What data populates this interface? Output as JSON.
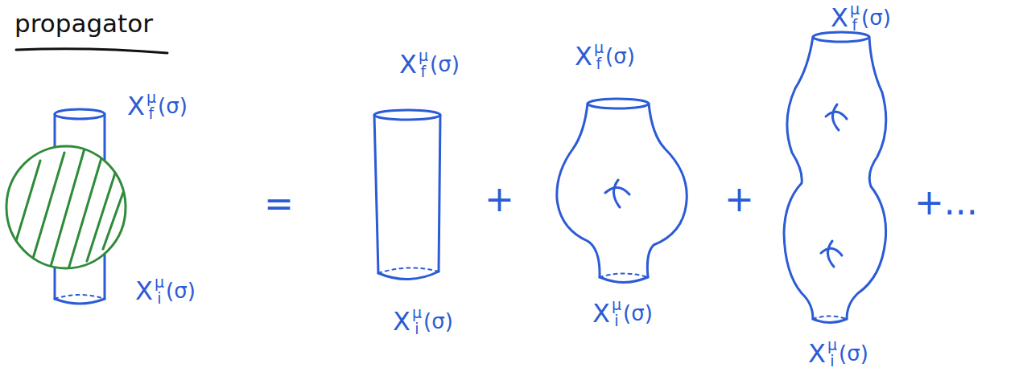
{
  "diagram": {
    "title": "propagator",
    "labels": [
      "X",
      "μ",
      "f",
      "(σ)",
      "X",
      "μ",
      "i",
      "(σ)",
      "X",
      "μ",
      "f",
      "(σ)",
      "X",
      "μ",
      "i",
      "(σ)",
      "X",
      "μ",
      "f",
      "(σ)",
      "X",
      "μ",
      "i",
      "(σ)",
      "X",
      "μ",
      "f",
      "(σ)",
      "X",
      "μ",
      "i",
      "(σ)",
      "=",
      "+",
      "+",
      "+..."
    ]
  }
}
